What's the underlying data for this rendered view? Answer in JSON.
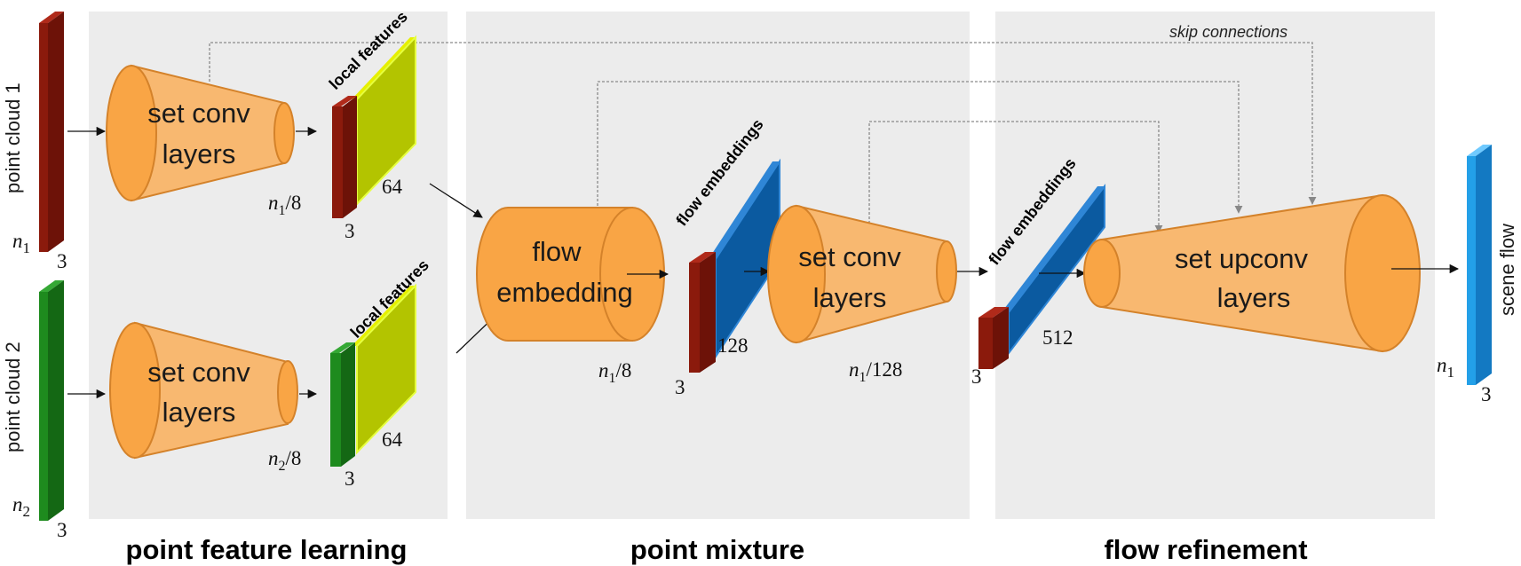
{
  "inputs": {
    "pc1_label": "point cloud 1",
    "pc2_label": "point cloud 2",
    "pc1_n": "n",
    "pc1_n_sub": "1",
    "pc2_n": "n",
    "pc2_n_sub": "2",
    "three": "3"
  },
  "stages": {
    "set_conv_1": [
      "set conv",
      "layers"
    ],
    "set_conv_2": [
      "set conv",
      "layers"
    ],
    "flow_embedding": [
      "flow",
      "embedding"
    ],
    "set_conv_3": [
      "set conv",
      "layers"
    ],
    "set_upconv": [
      "set upconv",
      "layers"
    ]
  },
  "features": {
    "local_features": "local features",
    "flow_embeddings": "flow embeddings",
    "dim_64": "64",
    "dim_128": "128",
    "dim_512": "512",
    "div_8": "/8",
    "div_128": "/128"
  },
  "output": {
    "label": "scene flow",
    "n": "n",
    "n_sub": "1",
    "three": "3"
  },
  "annotations": {
    "skip_connections": "skip connections"
  },
  "sections": {
    "left": "point feature learning",
    "middle": "point mixture",
    "right": "flow refinement"
  },
  "colors": {
    "panel": "#ececec",
    "cone": "#f9a545",
    "cone_light": "#f8b870",
    "cone_edge": "#d4822a",
    "red": "#8b1a0c",
    "green": "#1e8b1e",
    "blue": "#0b5aa0",
    "blue_edge": "#2f86d6",
    "yellow_green": "#b3c400",
    "scene_flow": "#23a0e8"
  }
}
